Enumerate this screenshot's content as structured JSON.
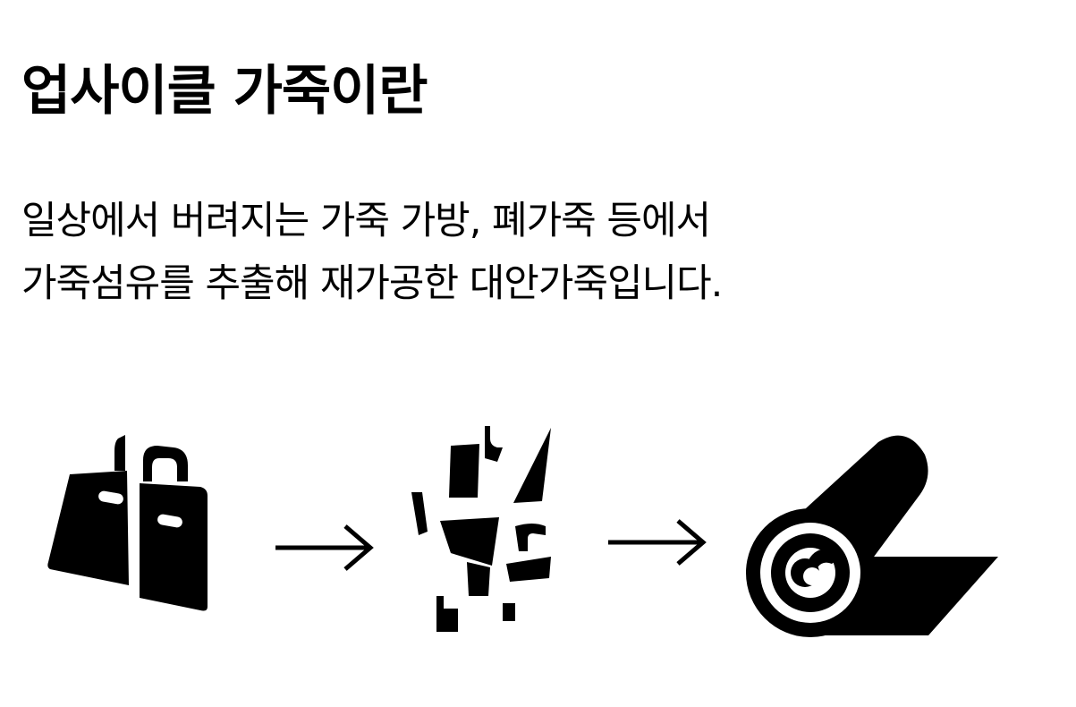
{
  "heading": {
    "title": "업사이클 가죽이란"
  },
  "description": {
    "line1": "일상에서 버려지는 가죽 가방, 폐가죽 등에서",
    "line2": "가죽섬유를 추출해 재가공한 대안가죽입니다."
  },
  "process": {
    "steps": [
      {
        "icon": "broken-bag-icon"
      },
      {
        "icon": "leather-fragments-icon"
      },
      {
        "icon": "leather-roll-icon"
      }
    ],
    "connector_icon": "right-arrow-icon"
  },
  "colors": {
    "text": "#000000",
    "background": "#ffffff"
  }
}
